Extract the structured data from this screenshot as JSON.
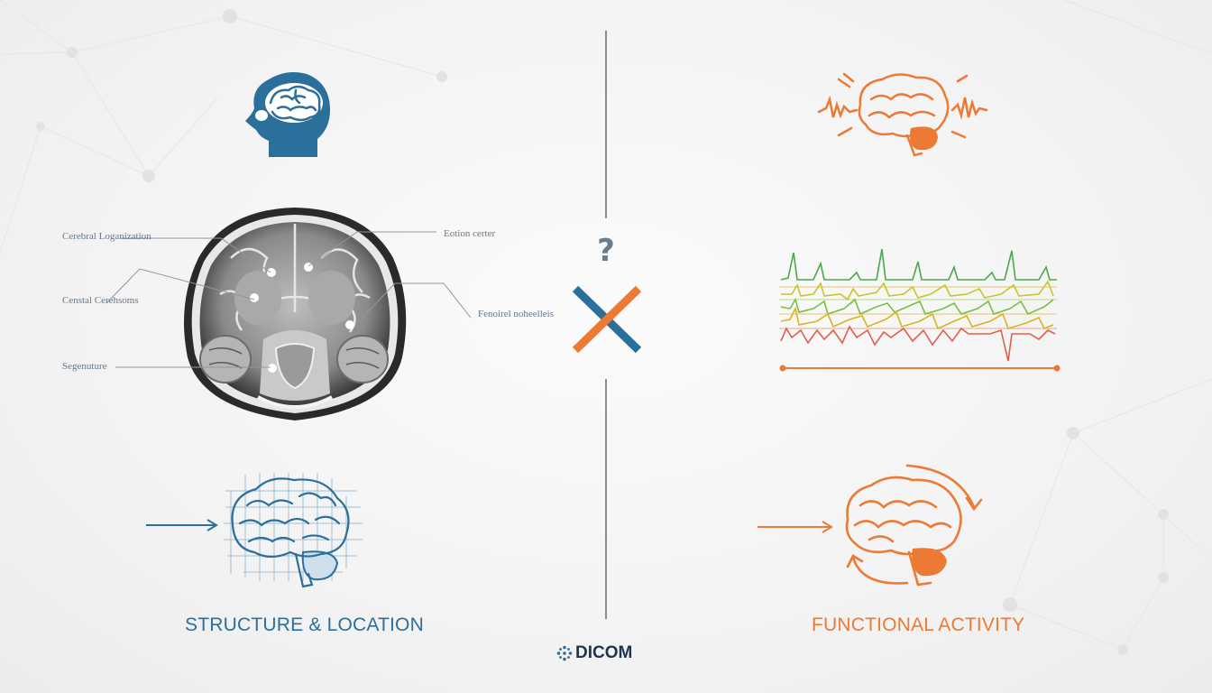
{
  "colors": {
    "structure": "#2b6f9b",
    "function": "#ec7a35",
    "divider": "#8a8f94",
    "brand": "#1e3550"
  },
  "left": {
    "title": "STRUCTURE & LOCATION",
    "annotations": [
      "Cerebral Loganization",
      "Censtal Cerehsoms",
      "Segenuture"
    ],
    "icons": [
      "head-brain-icon",
      "mri-axial-slice-image",
      "gridded-brain-icon",
      "arrow-right-icon"
    ]
  },
  "right": {
    "title": "FUNCTIONAL ACTIVITY",
    "annotations": [
      "Eotion certer",
      "Fenoirel noheelleis"
    ],
    "icons": [
      "brain-waves-icon",
      "signal-traces-graphic",
      "brain-cycle-icon",
      "arrow-right-icon"
    ]
  },
  "center": {
    "question": "?",
    "cross_icon": "cross-icon"
  },
  "brand": {
    "name": "DICOM",
    "icon": "dicom-logo-icon"
  }
}
